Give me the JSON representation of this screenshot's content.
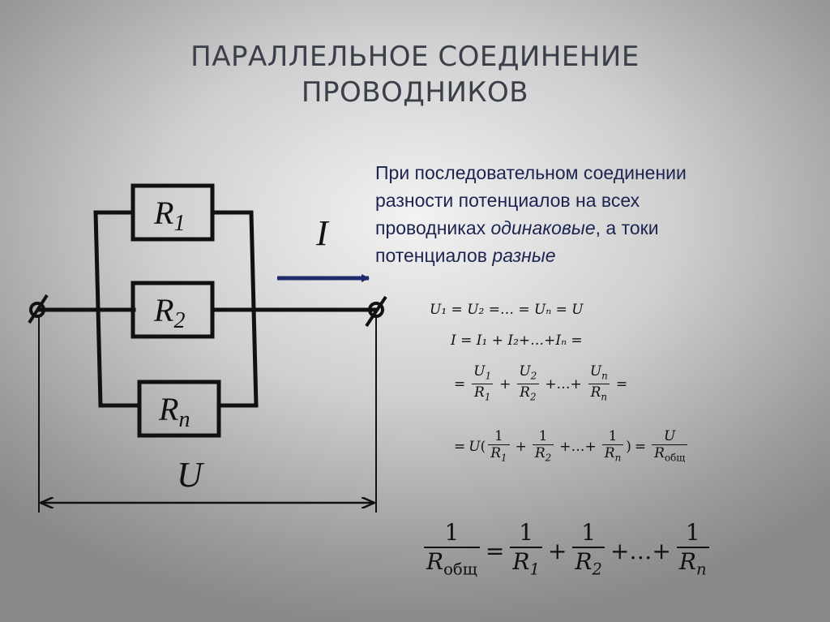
{
  "title": {
    "line1": "ПАРАЛЛЕЛЬНОЕ СОЕДИНЕНИЕ",
    "line2": "ПРОВОДНИКОВ"
  },
  "description": {
    "line1": "При последовательном соединении",
    "line2": "разности потенциалов на всех",
    "line3_a": "проводниках ",
    "line3_em": "одинаковые",
    "line3_b": ", а токи",
    "line4_a": "потенциалов ",
    "line4_em": "разные"
  },
  "circuit": {
    "r1": "R",
    "r1_sub": "1",
    "r2": "R",
    "r2_sub": "2",
    "rn": "R",
    "rn_sub": "n",
    "current_label": "I",
    "voltage_label": "U"
  },
  "formulas": {
    "row1": "U₁ = U₂ =… = Uₙ = U",
    "row2": "I = I₁ + I₂+…+Iₙ =",
    "total_sub": "общ"
  },
  "colors": {
    "title": "#3a3f4a",
    "description": "#1c2452",
    "arrow": "#1f2a6b"
  }
}
